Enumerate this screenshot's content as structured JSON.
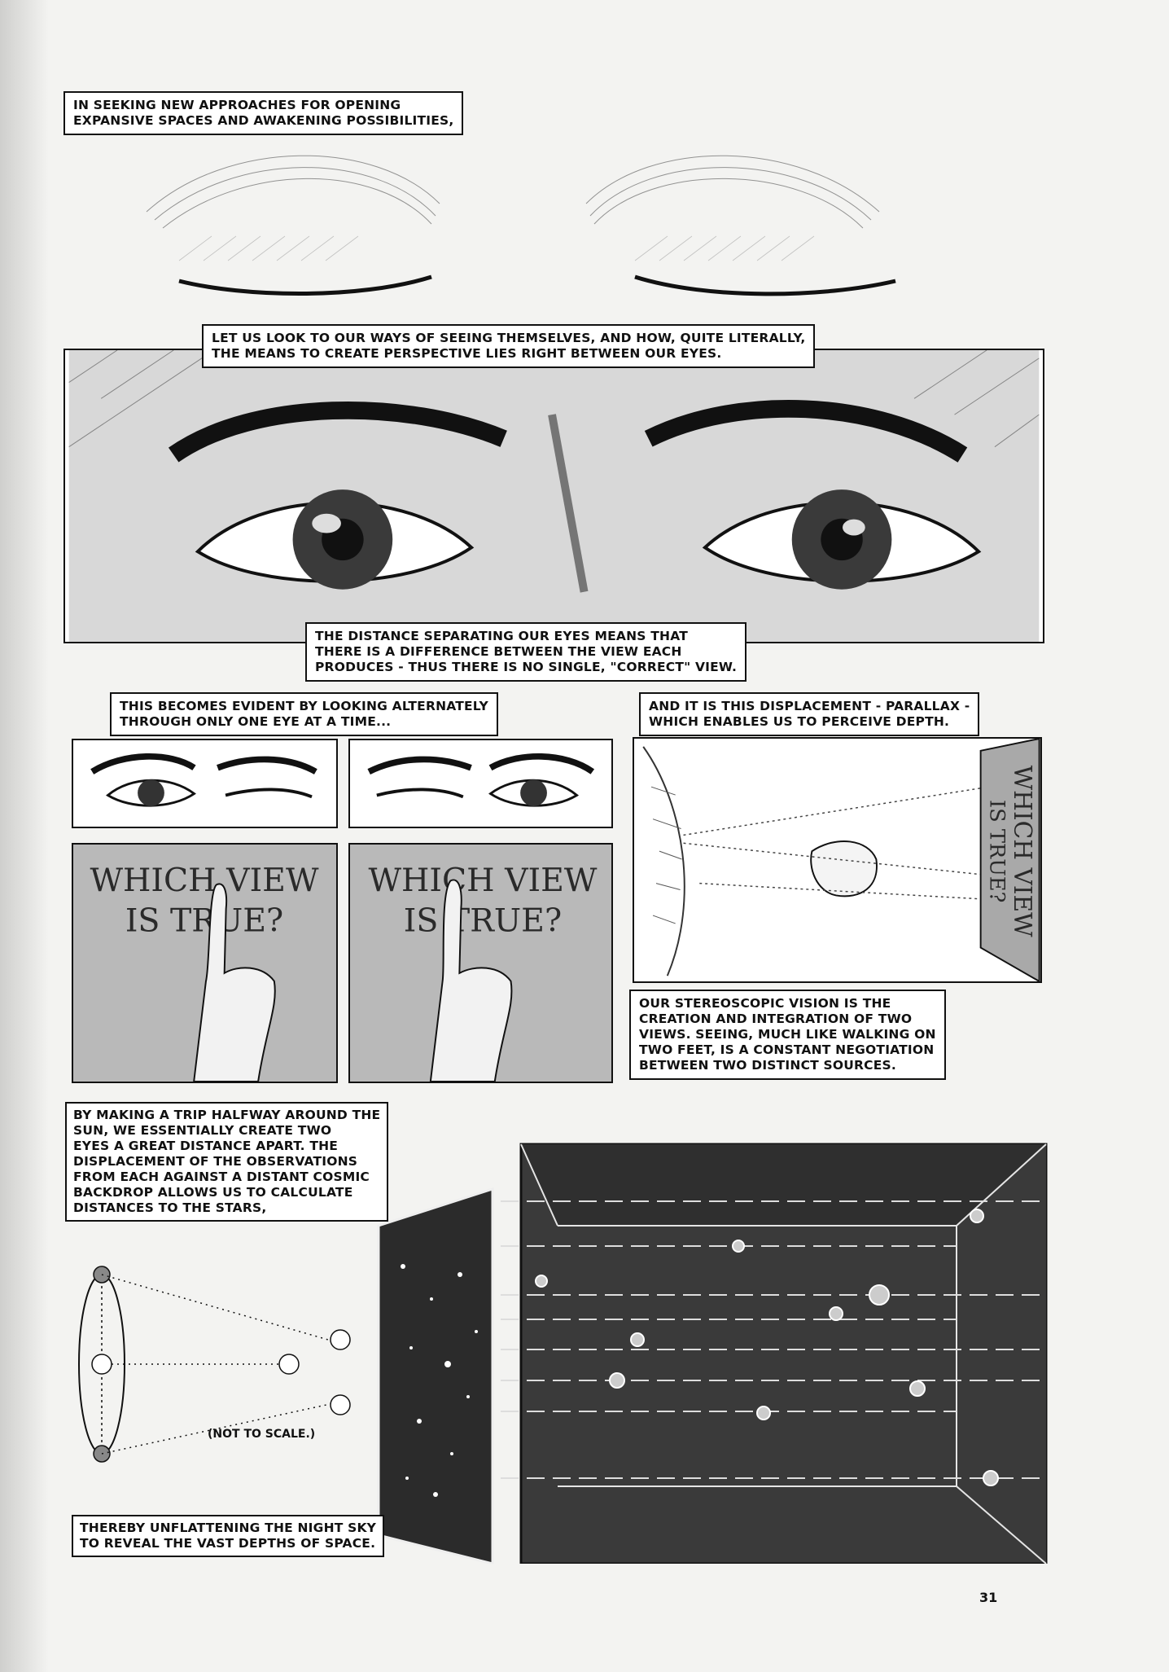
{
  "captions": {
    "intro": [
      "IN SEEKING NEW APPROACHES FOR OPENING",
      "EXPANSIVE SPACES AND AWAKENING POSSIBILITIES,"
    ],
    "look": [
      "LET US LOOK TO OUR WAYS OF SEEING THEMSELVES, AND HOW, QUITE LITERALLY,",
      "THE MEANS TO CREATE PERSPECTIVE LIES RIGHT BETWEEN OUR EYES."
    ],
    "distance": [
      "THE DISTANCE SEPARATING OUR EYES MEANS THAT",
      "THERE IS A DIFFERENCE BETWEEN THE VIEW EACH",
      "PRODUCES - THUS THERE IS NO SINGLE, \"CORRECT\" VIEW."
    ],
    "evident": [
      "THIS BECOMES EVIDENT BY LOOKING ALTERNATELY",
      "THROUGH ONLY ONE EYE AT A TIME..."
    ],
    "parallax": [
      "AND IT IS THIS DISPLACEMENT - PARALLAX -",
      "WHICH ENABLES US TO PERCEIVE DEPTH."
    ],
    "stereo": [
      "OUR STEREOSCOPIC VISION IS THE",
      "CREATION AND INTEGRATION OF TWO",
      "VIEWS. SEEING, MUCH LIKE WALKING ON",
      "TWO FEET, IS A CONSTANT NEGOTIATION",
      "BETWEEN TWO DISTINCT SOURCES."
    ],
    "trip": [
      "BY MAKING A TRIP HALFWAY AROUND THE",
      "SUN, WE ESSENTIALLY CREATE TWO",
      "EYES A GREAT DISTANCE APART. THE",
      "DISPLACEMENT OF THE OBSERVATIONS",
      "FROM EACH AGAINST A DISTANT COSMIC",
      "BACKDROP ALLOWS US TO CALCULATE",
      "DISTANCES TO THE STARS,"
    ],
    "unflatten": [
      "THEREBY UNFLATTENING THE NIGHT SKY",
      "TO REVEAL THE VAST DEPTHS OF SPACE."
    ]
  },
  "cards": {
    "left": [
      "WHICH VIEW",
      "IS TRUE?"
    ],
    "right": [
      "WHICH VIEW",
      "IS TRUE?"
    ],
    "parallax_card": [
      "WHICH VIEW",
      "IS TRUE?"
    ]
  },
  "diagram": {
    "note": "(NOT TO SCALE.)"
  },
  "page_number": "31"
}
